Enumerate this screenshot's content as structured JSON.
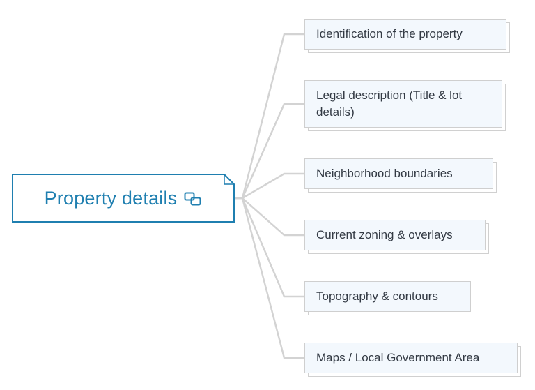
{
  "diagram": {
    "root": {
      "label": "Property details",
      "icon": "linked-copies-icon",
      "color": "#1f7fb0"
    },
    "children": [
      {
        "label": "Identification of the property"
      },
      {
        "label": "Legal description (Title & lot details)"
      },
      {
        "label": "Neighborhood boundaries"
      },
      {
        "label": "Current zoning & overlays"
      },
      {
        "label": "Topography & contours"
      },
      {
        "label": "Maps / Local Government Area"
      }
    ]
  }
}
